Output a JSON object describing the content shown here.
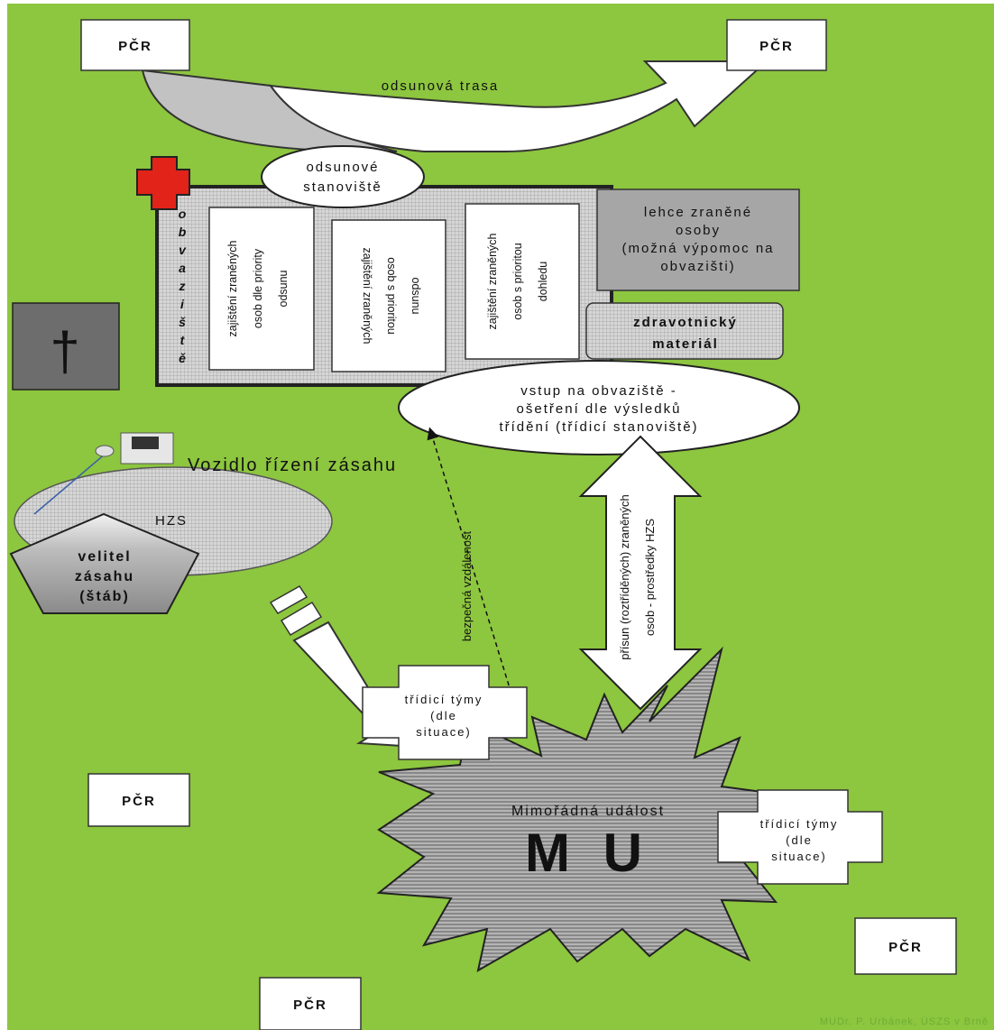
{
  "colors": {
    "background": "#8dc63f",
    "box": "#ffffff",
    "gray": "#a6a6a6",
    "dark_gray": "#6d6d6d",
    "cross": "#e2231a"
  },
  "police_label": "PČR",
  "evacuation_route": "odsunová trasa",
  "evacuation_station": {
    "line1": "odsunové",
    "line2": "stanoviště"
  },
  "dressing_station_vertical": [
    "o",
    "b",
    "v",
    "a",
    "z",
    "i",
    "š",
    "t",
    "ě"
  ],
  "priority_boxes": [
    {
      "line1": "zajištění zraněných",
      "line2": "osob dle priority",
      "line3": "odsunu"
    },
    {
      "line1": "zajištění zraněných",
      "line2": "osob s prioritou",
      "line3": "odsunu"
    },
    {
      "line1": "zajištění zraněných",
      "line2": "osob s prioritou",
      "line3": "dohledu"
    }
  ],
  "lightly_injured": {
    "line1": "lehce zraněné",
    "line2": "osoby",
    "line3": "(možná výpomoc na",
    "line4": "obvazišti)"
  },
  "medical_material": {
    "line1": "zdravotnický",
    "line2": "materiál"
  },
  "entrance": {
    "line1": "vstup na obvaziště -",
    "line2": "ošetření dle výsledků",
    "line3": "třídění (třídicí stanoviště)"
  },
  "morgue_icon": "†",
  "vehicle_label": "Vozidlo řízení zásahu",
  "hzs_label": "HZS",
  "commander": {
    "line1": "velitel",
    "line2": "zásahu",
    "line3": "(štáb)"
  },
  "safe_distance": "bezpečná vzdálenost",
  "supply_arrow": {
    "line1": "přísun (roztříděných) zraněných",
    "line2": "osob - prostředky HZS"
  },
  "incident": {
    "title": "Mimořádná událost",
    "abbr": "M U"
  },
  "triage_teams": {
    "line1": "třídicí týmy",
    "line2": "(dle",
    "line3": "situace)"
  },
  "credit": "MUDr. P. Urbánek, ÚSZS v Brně"
}
